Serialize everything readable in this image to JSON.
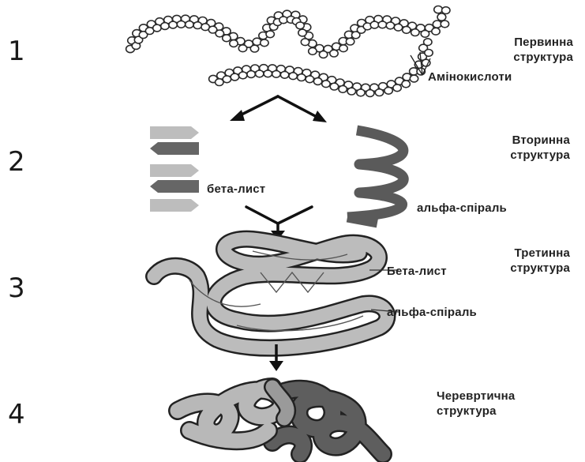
{
  "steps": {
    "s1": {
      "number": "1",
      "title_line1": "Первинна",
      "title_line2": "структура",
      "callout": "Амінокислоти"
    },
    "s2": {
      "number": "2",
      "title_line1": "Вторинна",
      "title_line2": "структура",
      "beta": "бета-лист",
      "alpha": "альфа-спіраль"
    },
    "s3": {
      "number": "3",
      "title_line1": "Третинна",
      "title_line2": "структура",
      "beta": "Бета-лист",
      "alpha": "альфа-спіраль"
    },
    "s4": {
      "number": "4",
      "title_line1": "Черевртична",
      "title_line2": "структура"
    }
  },
  "colors": {
    "ink": "#2a2a2a",
    "beta_dark": "#666666",
    "beta_light": "#bdbdbd",
    "helix": "#5a5a5a",
    "tertiary_fill": "#bcbcbc",
    "quat_light": "#b8b8b8",
    "quat_dark": "#5e5e5e"
  }
}
